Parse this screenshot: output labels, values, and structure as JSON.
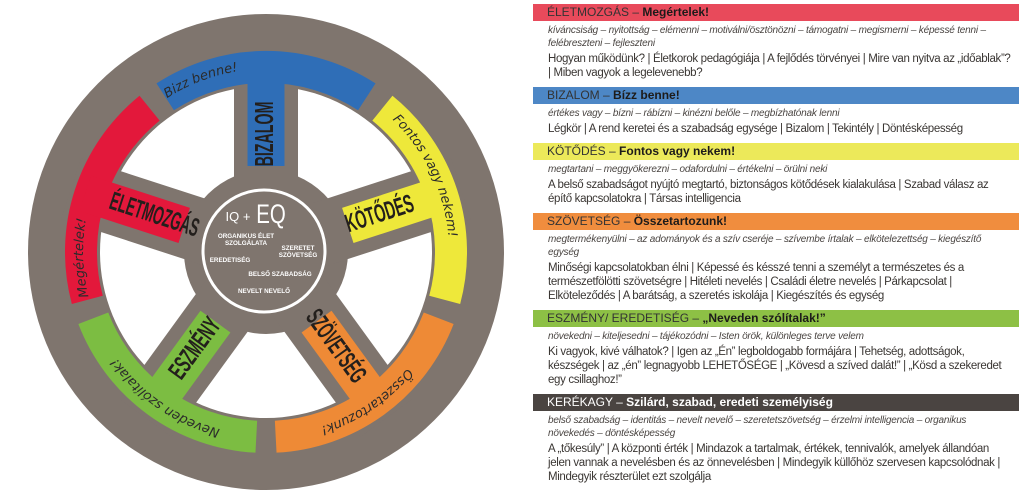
{
  "wheel": {
    "hub": {
      "iq": "IQ +",
      "eq": "EQ",
      "items": [
        "ORGANIKUS ÉLET",
        "SZOLGÁLATA",
        "SZERETET",
        "SZÖVETSÉG",
        "EREDETISÉG",
        "BELSŐ SZABADSÁG",
        "NEVELT NEVELŐ"
      ]
    },
    "spokes": [
      {
        "label": "BIZALOM",
        "motto": "Bizz benne!",
        "color": "#2f6eb7"
      },
      {
        "label": "KÖTŐDÉS",
        "motto": "Fontos vagy nekem!",
        "color": "#eee83a"
      },
      {
        "label": "SZÖVETSÉG",
        "motto": "Összetartozunk!",
        "color": "#ee8a36"
      },
      {
        "label": "ESZMÉNY",
        "motto": "Neveden szólítalak!",
        "color": "#7cbd42"
      },
      {
        "label": "ÉLETMOZGÁS",
        "motto": "Megértelek!",
        "color": "#e3183b"
      }
    ],
    "rim_color": "#7f756e"
  },
  "sections": [
    {
      "title": "ÉLETMOZGÁS",
      "subtitle": "Megértelek!",
      "color": "#e84a5b",
      "keywords": "kíváncsiság – nyitottság – elémenni – motiválni/ösztönözni – támogatni – megismerni – képessé tenni – felébreszteni – fejleszteni",
      "topics": "Hogyan működünk? | Életkorok pedagógiája | A fejlődés törvényei | Mire van nyitva az „időablak”? | Miben vagyok a legelevenebb?"
    },
    {
      "title": "BIZALOM",
      "subtitle": "Bízz benne!",
      "color": "#4d87c6",
      "keywords": "értékes vagy – bízni – rábízni – kinézni belőle – megbízhatónak lenni",
      "topics": "Légkör | A rend keretei és a szabadság egysége | Bizalom | Tekintély | Döntésképesség"
    },
    {
      "title": "KÖTŐDÉS",
      "subtitle": "Fontos vagy nekem!",
      "color": "#ece95a",
      "keywords": "megtartani – meggyökerezni – odafordulni – értékelni – örülni neki",
      "topics": "A belső szabadságot nyújtó megtartó, biztonságos kötődések kialakulása | Szabad válasz az építő kapcsolatokra | Társas intelligencia"
    },
    {
      "title": "SZÖVETSÉG",
      "subtitle": "Összetartozunk!",
      "color": "#f08d3e",
      "keywords": "megtermékenyülni – az adományok és a szív cseréje – szívembe írtalak – elkötelezettség – kiegészítő egység",
      "topics": "Minőségi kapcsolatokban élni | Képessé és késszé tenni a személyt a természetes és a természetfölötti szövetségre | Hitéleti nevelés | Családi életre nevelés | Párkapcsolat | Elköteleződés | A barátság, a szeretés iskolája | Kiegészítés és egység"
    },
    {
      "title": "ESZMÉNY/ EREDETISÉG",
      "subtitle": "„Neveden szólítalak!”",
      "color": "#8dc045",
      "keywords": "növekedni – kiteljesedni – tájékozódni – Isten örök, különleges terve velem",
      "topics": "Ki vagyok, kivé válhatok? | Igen az „Én” legboldogabb formájára | Tehetség, adottságok, készségek | az „én” legnagyobb LEHETŐSÉGE | „Kövesd a szíved dalát!” | „Kösd a szekeredet egy csillaghoz!”"
    },
    {
      "title": "KERÉKAGY",
      "subtitle": "Szilárd, szabad, eredeti személyiség",
      "color": "#4a4441",
      "keywords": "belső szabadság – identitás – nevelt nevelő – szeretetszövetség – érzelmi intelligencia – organikus növekedés – döntésképesség",
      "topics": "A „tőkesúly” | A központi érték | Mindazok a tartalmak, értékek, tennivalók, amelyek állandóan jelen vannak a nevelésben és az önnevelésben | Mindegyik küllőhöz szervesen kapcsolódnak | Mindegyik részterület ezt szolgálja"
    }
  ]
}
